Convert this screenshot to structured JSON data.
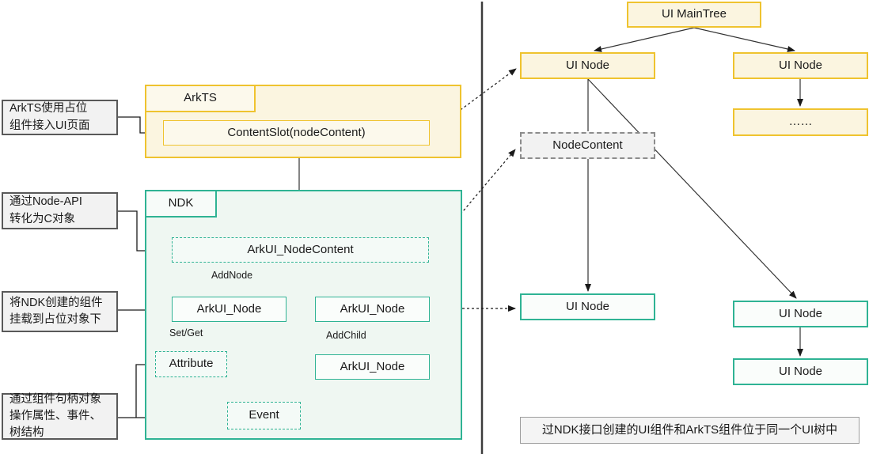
{
  "left_annotations": [
    {
      "text": "ArkTS使用占位\n组件接入UI页面"
    },
    {
      "text": "通过Node-API\n转化为C对象"
    },
    {
      "text": "将NDK创建的组件\n挂载到占位对象下"
    },
    {
      "text": "通过组件句柄对象\n操作属性、事件、\n树结构"
    }
  ],
  "arkts_panel": {
    "tab": "ArkTS",
    "content_slot": "ContentSlot(nodeContent)"
  },
  "ndk_panel": {
    "tab": "NDK",
    "node_content": "ArkUI_NodeContent",
    "edge_add_node": "AddNode",
    "node_a": "ArkUI_Node",
    "node_b": "ArkUI_Node",
    "edge_set_get": "Set/Get",
    "attribute": "Attribute",
    "edge_add_child": "AddChild",
    "node_c": "ArkUI_Node",
    "event": "Event"
  },
  "ui_tree_panel": {
    "main_tree": "UI MainTree",
    "node_left": "UI Node",
    "node_right": "UI Node",
    "ellipsis": "……",
    "node_content": "NodeContent",
    "native_node_left": "UI Node",
    "native_node_right": "UI Node",
    "native_node_child": "UI Node",
    "caption": "过NDK接口创建的UI组件和ArkTS组件位于同一个UI树中"
  },
  "colors": {
    "yellow_border": "#EFC32F",
    "yellow_fill": "#FBF5E0",
    "green_border": "#2FB394",
    "green_fill": "#EFF7F2",
    "gray_border": "#595959",
    "gray_fill": "#F2F2F2"
  }
}
